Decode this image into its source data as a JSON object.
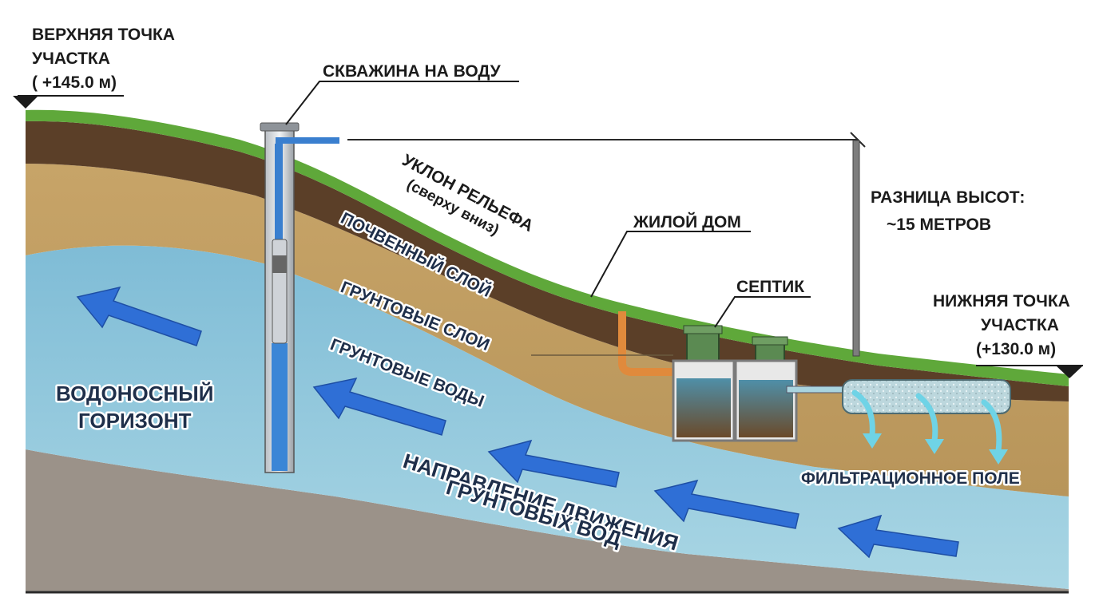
{
  "labels": {
    "top_point_line1": "ВЕРХНЯЯ ТОЧКА",
    "top_point_line2": "УЧАСТКА",
    "top_point_elev": "( +145.0 м)",
    "well": "СКВАЖИНА НА ВОДУ",
    "slope_line1": "УКЛОН РЕЛЬЕФА",
    "slope_line2": "(сверху вниз)",
    "soil_layer": "ПОЧВЕННЫЙ СЛОЙ",
    "ground_layers": "ГРУНТОВЫЕ СЛОИ",
    "groundwater": "ГРУНТОВЫЕ ВОДЫ",
    "aquifer_line1": "ВОДОНОСНЫЙ",
    "aquifer_line2": "ГОРИЗОНТ",
    "flow_line1": "НАПРАВЛЕНИЕ ДВИЖЕНИЯ",
    "flow_line2": "ГРУНТОВЫХ ВОД",
    "house": "ЖИЛОЙ ДОМ",
    "septic": "СЕПТИК",
    "height_diff_line1": "РАЗНИЦА ВЫСОТ:",
    "height_diff_line2": "~15 МЕТРОВ",
    "bottom_point_line1": "НИЖНЯЯ ТОЧКА",
    "bottom_point_line2": "УЧАСТКА",
    "bottom_point_elev": "(+130.0 м)",
    "filtration_field": "ФИЛЬТРАЦИОННОЕ ПОЛЕ"
  },
  "colors": {
    "grass": "#5fa83a",
    "topsoil": "#5b3f28",
    "subsoil": "#c9a56b",
    "groundwater": "#8ec6da",
    "bedrock": "#9b9289",
    "arrow_blue": "#2f6fd6",
    "pipe_orange": "#e08a3c",
    "septic_green": "#5b8a52",
    "drain_arrow": "#6fd3e6"
  }
}
